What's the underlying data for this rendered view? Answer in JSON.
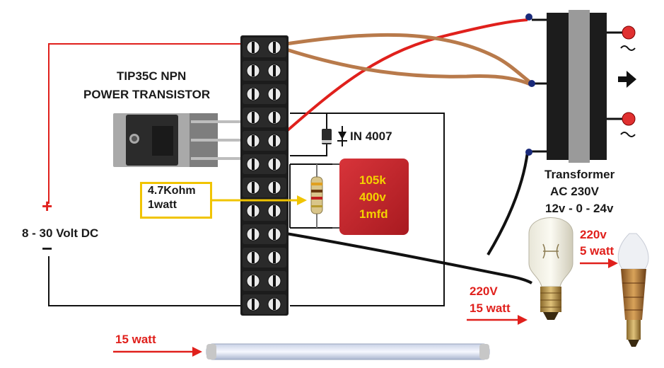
{
  "transistor": {
    "line1": "TIP35C NPN",
    "line2": "POWER TRANSISTOR"
  },
  "diode": {
    "label": "IN 4007"
  },
  "resistor": {
    "line1": "4.7Kohm",
    "line2": "1watt"
  },
  "capacitor": {
    "line1": "105k",
    "line2": "400v",
    "line3": "1mfd"
  },
  "power": {
    "plus": "+",
    "minus": "−",
    "label": "8 - 30 Volt DC"
  },
  "transformer": {
    "line1": "Transformer",
    "line2": "AC 230V",
    "line3": "12v - 0 - 24v"
  },
  "bulb": {
    "line1": "220V",
    "line2": "15 watt"
  },
  "led_bulb": {
    "line1": "220v",
    "line2": "5 watt"
  },
  "tube": {
    "label": "15 watt"
  },
  "colors": {
    "wire_red": "#e0201c",
    "wire_black": "#111111",
    "wire_brown": "#b87a4b",
    "terminal": "#1c1c1c",
    "transformer_core": "#9a9a9a",
    "capacitor": "#c8242a",
    "callout_box": "#f0c400"
  }
}
